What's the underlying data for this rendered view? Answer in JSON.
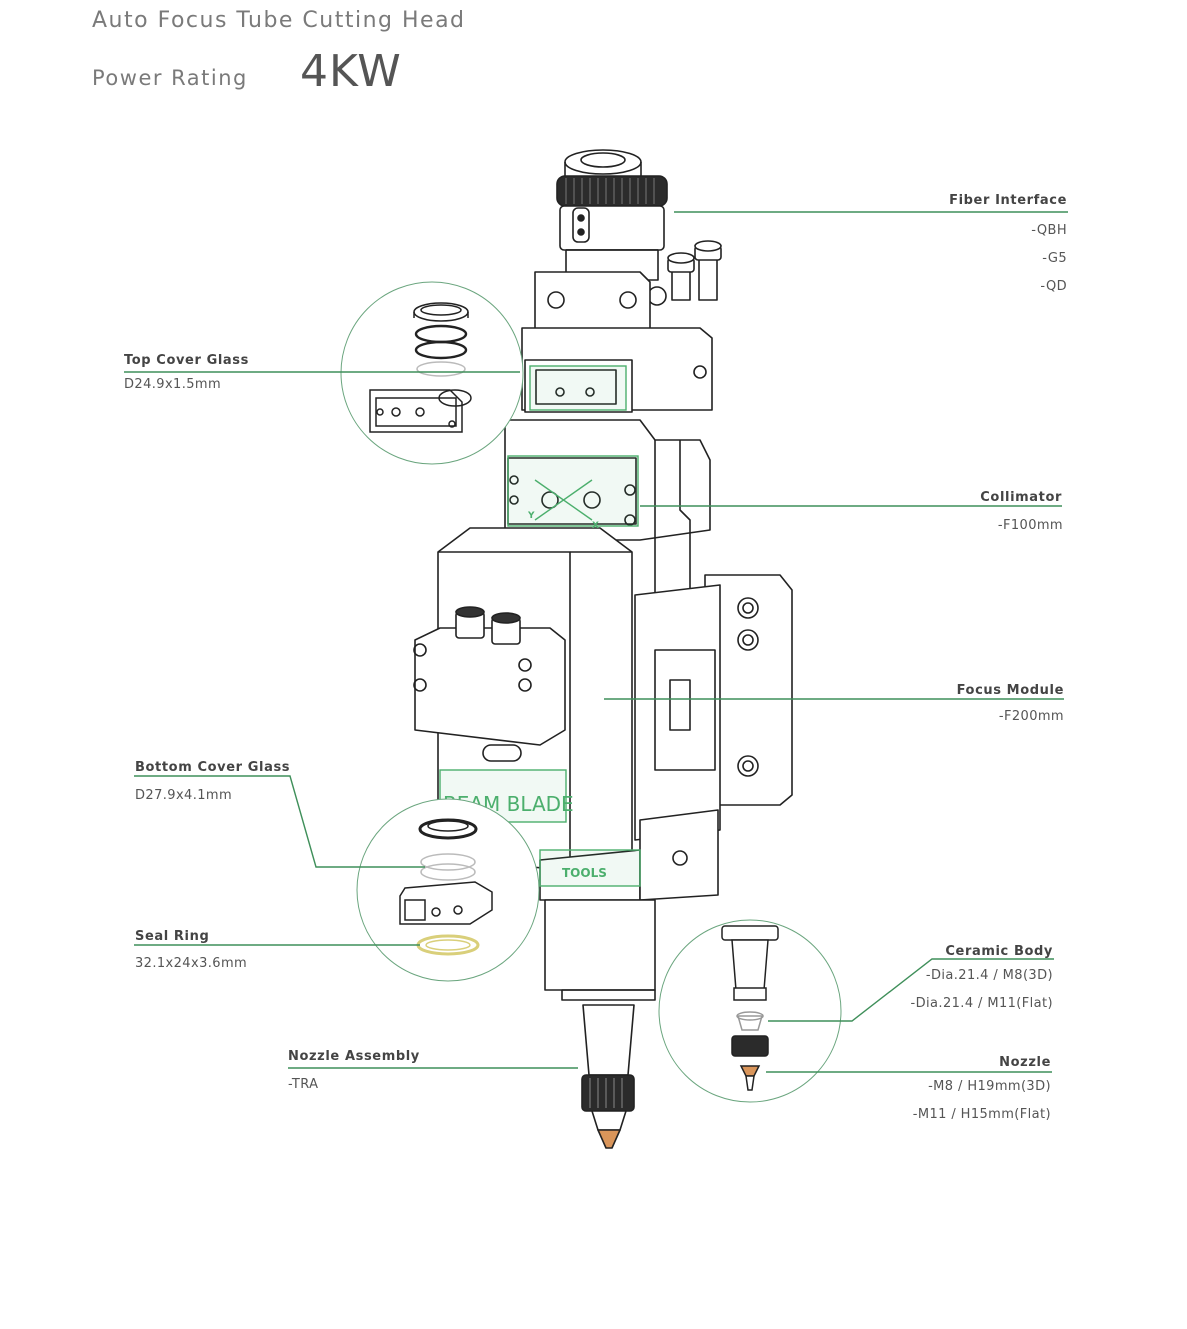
{
  "header": {
    "title": "Auto Focus Tube Cutting Head",
    "power_label": "Power Rating",
    "power_value": "4KW"
  },
  "brand": {
    "name": "BEAM BLADE",
    "sub": "TOOLS",
    "axis_x": "X",
    "axis_y": "Y"
  },
  "colors": {
    "leader": "#3f8f5a",
    "accent": "#4caf6d",
    "seal": "#d9cf7a",
    "nozzle_tip": "#d9955a"
  },
  "callouts": {
    "fiber_interface": {
      "name": "Fiber Interface",
      "specs": [
        "-QBH",
        "-G5",
        "-QD"
      ]
    },
    "top_cover_glass": {
      "name": "Top Cover Glass",
      "specs": [
        "D24.9x1.5mm"
      ]
    },
    "collimator": {
      "name": "Collimator",
      "specs": [
        "-F100mm"
      ]
    },
    "focus_module": {
      "name": "Focus Module",
      "specs": [
        "-F200mm"
      ]
    },
    "bottom_cover_glass": {
      "name": "Bottom Cover Glass",
      "specs": [
        "D27.9x4.1mm"
      ]
    },
    "seal_ring": {
      "name": "Seal Ring",
      "specs": [
        "32.1x24x3.6mm"
      ]
    },
    "ceramic_body": {
      "name": "Ceramic Body",
      "specs": [
        "-Dia.21.4 / M8(3D)",
        "-Dia.21.4 / M11(Flat)"
      ]
    },
    "nozzle_assembly": {
      "name": "Nozzle Assembly",
      "specs": [
        "-TRA"
      ]
    },
    "nozzle": {
      "name": "Nozzle",
      "specs": [
        "-M8 / H19mm(3D)",
        "-M11 / H15mm(Flat)"
      ]
    }
  }
}
